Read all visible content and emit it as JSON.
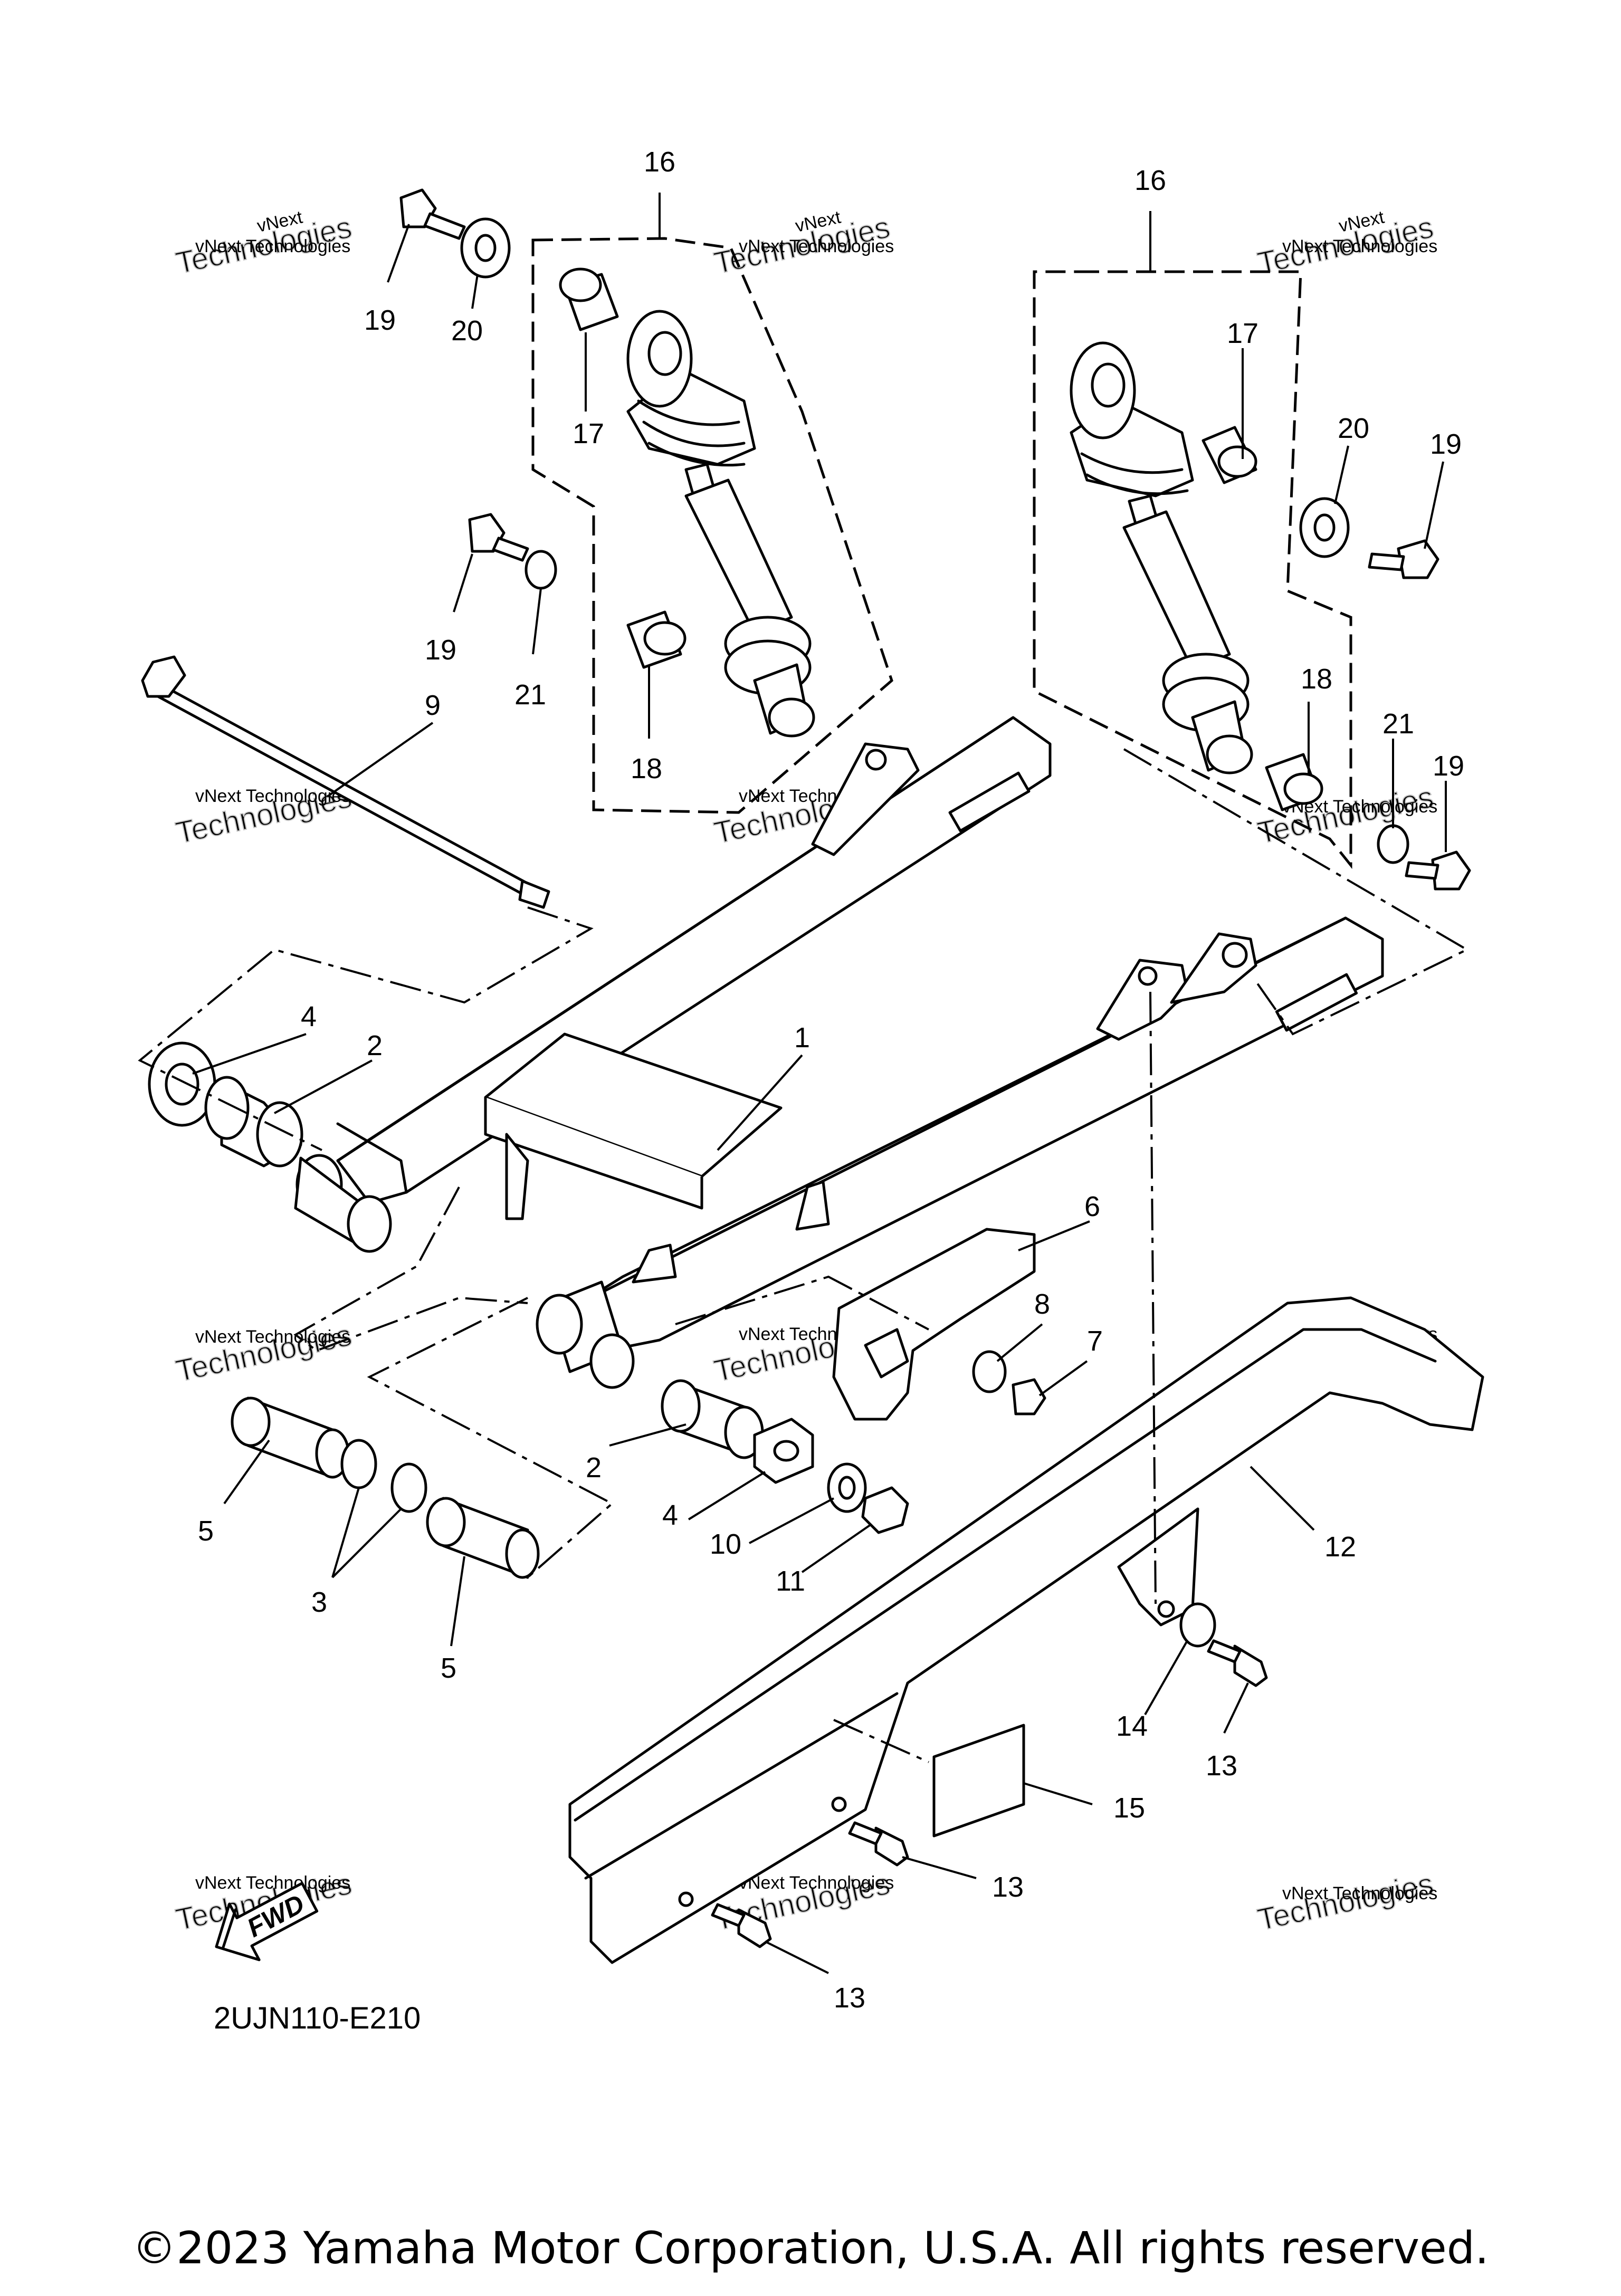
{
  "diagram_code": "2UJN110-E210",
  "fwd_label": "FWD",
  "copyright": "©2023 Yamaha Motor Corporation, U.S.A. All rights reserved.",
  "watermark": {
    "line1": "vNext Technologies",
    "line2": "Technologies",
    "line3": "vNext"
  },
  "callouts": {
    "c1": "1",
    "c2a": "2",
    "c2b": "2",
    "c3": "3",
    "c4a": "4",
    "c4b": "4",
    "c5a": "5",
    "c5b": "5",
    "c6": "6",
    "c7": "7",
    "c8": "8",
    "c9": "9",
    "c10": "10",
    "c11": "11",
    "c12": "12",
    "c13a": "13",
    "c13b": "13",
    "c13c": "13",
    "c14": "14",
    "c15": "15",
    "c16a": "16",
    "c16b": "16",
    "c17a": "17",
    "c17b": "17",
    "c18a": "18",
    "c18b": "18",
    "c19a": "19",
    "c19b": "19",
    "c19c": "19",
    "c19d": "19",
    "c20a": "20",
    "c20b": "20",
    "c21a": "21",
    "c21b": "21"
  }
}
